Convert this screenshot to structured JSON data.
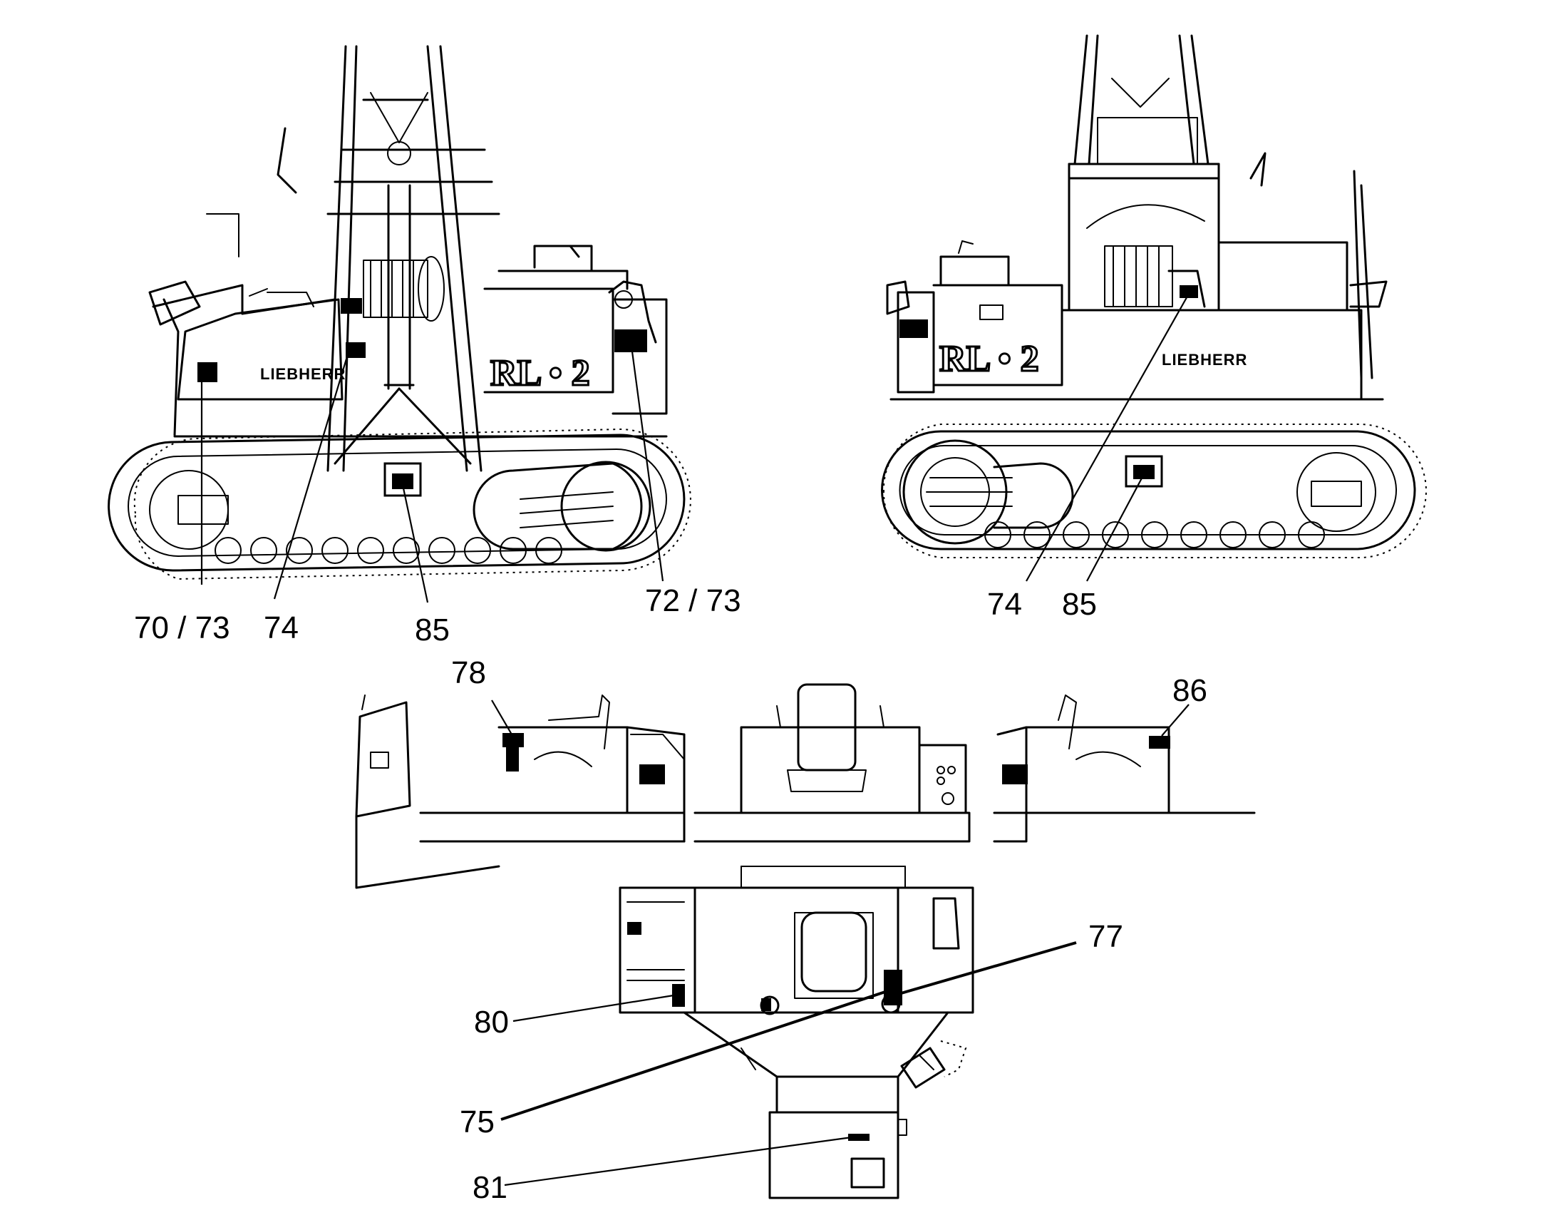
{
  "diagram": {
    "brand_text": "LIEBHERR",
    "model_text": "RL • 2",
    "callouts": [
      {
        "id": "c-70-73",
        "text": "70 / 73"
      },
      {
        "id": "c-74-left",
        "text": "74"
      },
      {
        "id": "c-85-left",
        "text": "85"
      },
      {
        "id": "c-72-73",
        "text": "72 / 73"
      },
      {
        "id": "c-74-right",
        "text": "74"
      },
      {
        "id": "c-85-right",
        "text": "85"
      },
      {
        "id": "c-78",
        "text": "78"
      },
      {
        "id": "c-86",
        "text": "86"
      },
      {
        "id": "c-77",
        "text": "77"
      },
      {
        "id": "c-80",
        "text": "80"
      },
      {
        "id": "c-75",
        "text": "75"
      },
      {
        "id": "c-81",
        "text": "81"
      }
    ]
  }
}
